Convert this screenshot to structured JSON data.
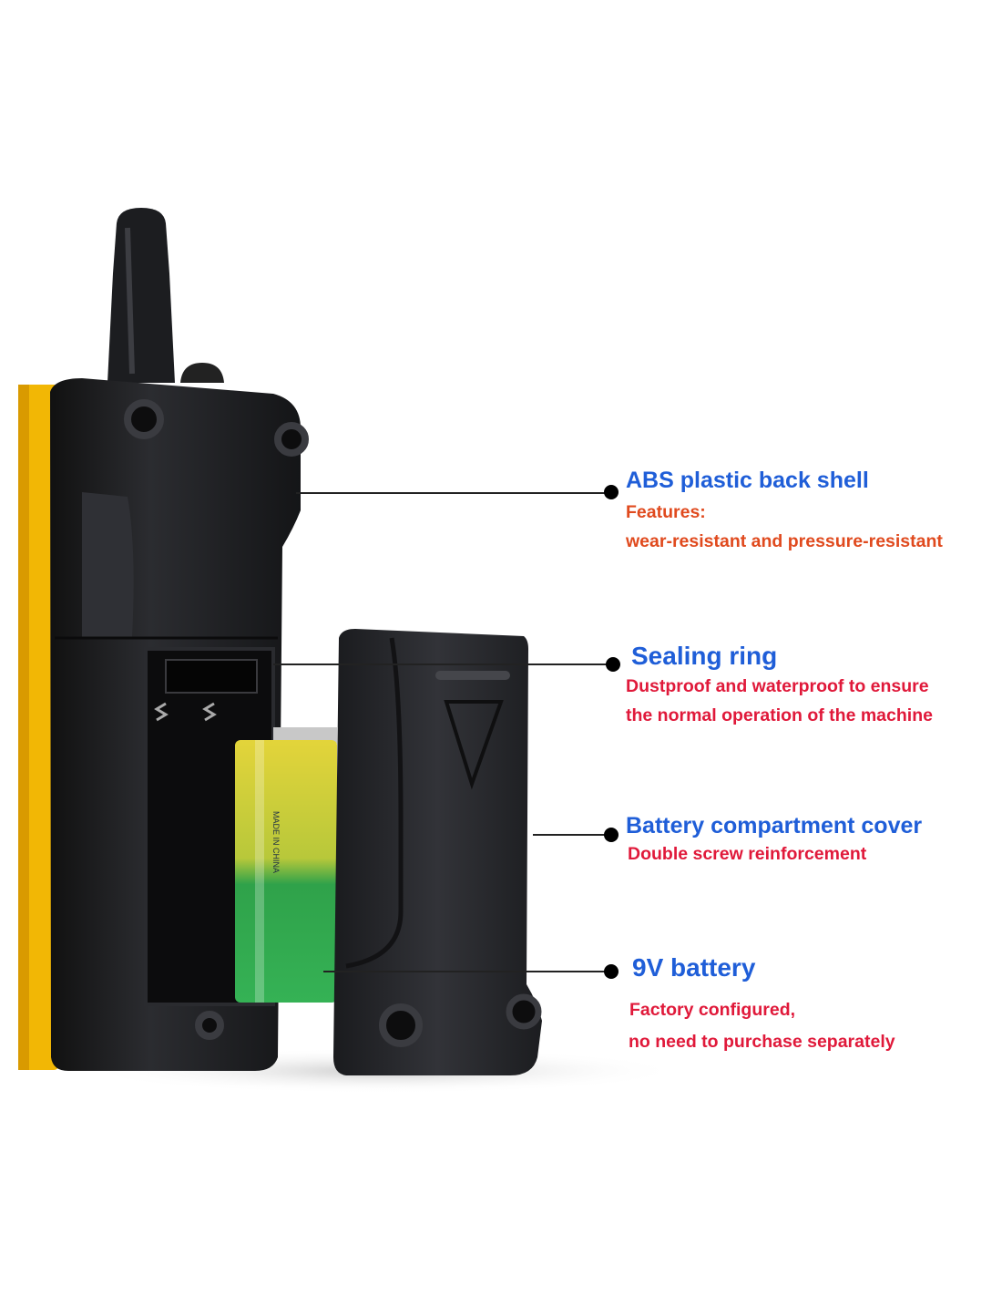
{
  "colors": {
    "title": "#1f5ed8",
    "feature_orange": "#e04a1e",
    "feature_red": "#e0193a",
    "body": "#1e1f22",
    "side": "#f2b705"
  },
  "callouts": [
    {
      "title": "ABS plastic back shell",
      "lines": [
        "Features:",
        "wear-resistant and pressure-resistant"
      ]
    },
    {
      "title": "Sealing ring",
      "lines": [
        "Dustproof and waterproof to ensure",
        "the normal operation of the machine"
      ]
    },
    {
      "title": "Battery compartment cover",
      "lines": [
        "Double screw reinforcement"
      ]
    },
    {
      "title": "9V battery",
      "lines": [
        "Factory configured,",
        "no need to purchase separately"
      ]
    }
  ],
  "battery_label": "MADE IN CHINA"
}
